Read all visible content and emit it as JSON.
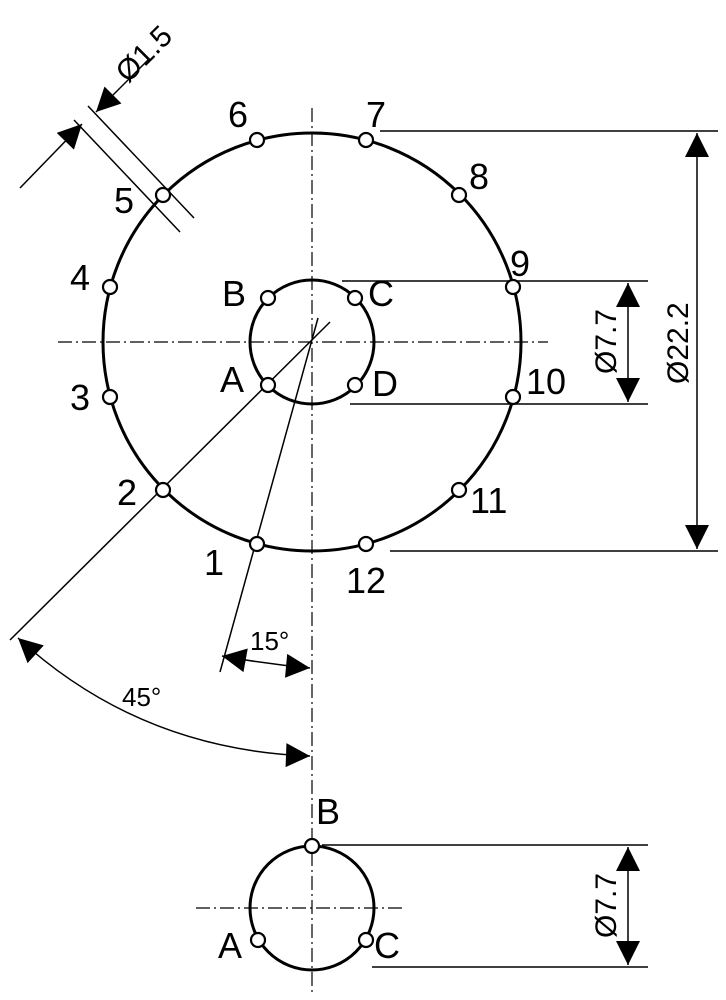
{
  "outer_pins": [
    "1",
    "2",
    "3",
    "4",
    "5",
    "6",
    "7",
    "8",
    "9",
    "10",
    "11",
    "12"
  ],
  "inner_pins": [
    "A",
    "B",
    "C",
    "D"
  ],
  "bottom_pins": [
    "A",
    "B",
    "C"
  ],
  "dimensions": {
    "pin_diameter": "Ø1.5",
    "inner_circle_diameter": "Ø7.7",
    "outer_circle_diameter": "Ø22.2",
    "bottom_circle_diameter": "Ø7.7"
  },
  "angles": {
    "small": "15°",
    "large": "45°"
  }
}
